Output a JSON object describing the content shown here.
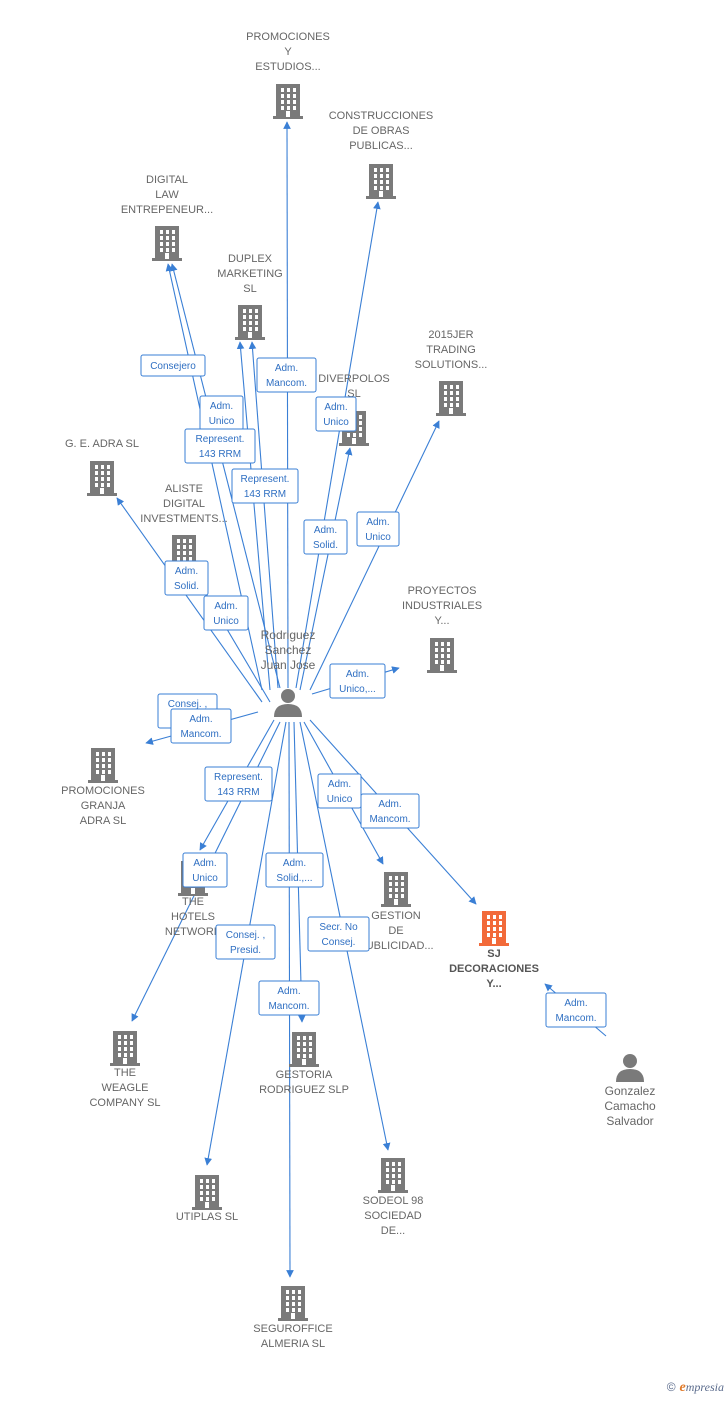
{
  "colors": {
    "edge": "#3a7fd5",
    "node": "#7a7a7a",
    "highlight": "#f26a3a",
    "label_text": "#666666",
    "badge_text": "#2f6fc2",
    "badge_border": "#3a7fd5"
  },
  "nodes": [
    {
      "id": "promociones_estudios",
      "kind": "company",
      "label": [
        "PROMOCIONES",
        "Y",
        "ESTUDIOS..."
      ]
    },
    {
      "id": "construcciones",
      "kind": "company",
      "label": [
        "CONSTRUCCIONES",
        "DE OBRAS",
        "PUBLICAS..."
      ]
    },
    {
      "id": "digital_law",
      "kind": "company",
      "label": [
        "DIGITAL",
        "LAW",
        "ENTREPENEUR..."
      ]
    },
    {
      "id": "duplex",
      "kind": "company",
      "label": [
        "DUPLEX",
        "MARKETING",
        "SL"
      ]
    },
    {
      "id": "jer2015",
      "kind": "company",
      "label": [
        "2015JER",
        "TRADING",
        "SOLUTIONS..."
      ]
    },
    {
      "id": "diverpolos",
      "kind": "company",
      "label": [
        "DIVERPOLOS",
        "SL"
      ]
    },
    {
      "id": "ge_adra",
      "kind": "company",
      "label": [
        "G. E. ADRA SL"
      ]
    },
    {
      "id": "aliste",
      "kind": "company",
      "label": [
        "ALISTE",
        "DIGITAL",
        "INVESTMENTS..."
      ]
    },
    {
      "id": "proyectos",
      "kind": "company",
      "label": [
        "PROYECTOS",
        "INDUSTRIALES",
        "Y..."
      ]
    },
    {
      "id": "rodriguez",
      "kind": "person",
      "label": [
        "Rodriguez",
        "Sanchez",
        "Juan Jose"
      ]
    },
    {
      "id": "granja",
      "kind": "company",
      "label": [
        "PROMOCIONES",
        "GRANJA",
        "ADRA  SL"
      ]
    },
    {
      "id": "hotels",
      "kind": "company",
      "label": [
        "THE",
        "HOTELS",
        "NETWORK"
      ]
    },
    {
      "id": "gestion",
      "kind": "company",
      "label": [
        "GESTION",
        "DE",
        "PUBLICIDAD..."
      ]
    },
    {
      "id": "sj",
      "kind": "company",
      "highlight": true,
      "label": [
        "SJ",
        "DECORACIONES",
        "Y..."
      ]
    },
    {
      "id": "weagle",
      "kind": "company",
      "label": [
        "THE",
        "WEAGLE",
        "COMPANY  SL"
      ]
    },
    {
      "id": "gestoria",
      "kind": "company",
      "label": [
        "GESTORIA",
        "RODRIGUEZ SLP"
      ]
    },
    {
      "id": "gonzalez",
      "kind": "person",
      "label": [
        "Gonzalez",
        "Camacho",
        "Salvador"
      ]
    },
    {
      "id": "utiplas",
      "kind": "company",
      "label": [
        "UTIPLAS SL"
      ]
    },
    {
      "id": "sodeol",
      "kind": "company",
      "label": [
        "SODEOL 98",
        "SOCIEDAD",
        "DE..."
      ]
    },
    {
      "id": "seguroffice",
      "kind": "company",
      "label": [
        "SEGUROFFICE",
        "ALMERIA SL"
      ]
    }
  ],
  "edges": [
    {
      "from": "rodriguez",
      "to": "promociones_estudios"
    },
    {
      "from": "rodriguez",
      "to": "construcciones"
    },
    {
      "from": "rodriguez",
      "to": "digital_law"
    },
    {
      "from": "rodriguez",
      "to": "digital_law"
    },
    {
      "from": "rodriguez",
      "to": "duplex"
    },
    {
      "from": "rodriguez",
      "to": "duplex"
    },
    {
      "from": "rodriguez",
      "to": "diverpolos"
    },
    {
      "from": "rodriguez",
      "to": "jer2015"
    },
    {
      "from": "rodriguez",
      "to": "ge_adra"
    },
    {
      "from": "rodriguez",
      "to": "aliste"
    },
    {
      "from": "rodriguez",
      "to": "proyectos"
    },
    {
      "from": "rodriguez",
      "to": "granja"
    },
    {
      "from": "rodriguez",
      "to": "hotels"
    },
    {
      "from": "rodriguez",
      "to": "gestion"
    },
    {
      "from": "rodriguez",
      "to": "sj"
    },
    {
      "from": "rodriguez",
      "to": "weagle"
    },
    {
      "from": "rodriguez",
      "to": "gestoria"
    },
    {
      "from": "rodriguez",
      "to": "utiplas"
    },
    {
      "from": "rodriguez",
      "to": "sodeol"
    },
    {
      "from": "rodriguez",
      "to": "seguroffice"
    },
    {
      "from": "gonzalez",
      "to": "sj"
    }
  ],
  "badges": [
    {
      "lines": [
        "Consejero"
      ]
    },
    {
      "lines": [
        "Adm.",
        "Mancom."
      ]
    },
    {
      "lines": [
        "Adm.",
        "Unico"
      ]
    },
    {
      "lines": [
        "Adm.",
        "Unico"
      ]
    },
    {
      "lines": [
        "Represent.",
        "143 RRM"
      ]
    },
    {
      "lines": [
        "Represent.",
        "143 RRM"
      ]
    },
    {
      "lines": [
        "Adm.",
        "Solid."
      ]
    },
    {
      "lines": [
        "Adm.",
        "Unico"
      ]
    },
    {
      "lines": [
        "Adm.",
        "Solid."
      ]
    },
    {
      "lines": [
        "Adm.",
        "Unico"
      ]
    },
    {
      "lines": [
        "Adm.",
        "Unico,..."
      ]
    },
    {
      "lines": [
        "Consej. ,",
        "Presid."
      ]
    },
    {
      "lines": [
        "Adm.",
        "Mancom."
      ]
    },
    {
      "lines": [
        "Represent.",
        "143 RRM"
      ]
    },
    {
      "lines": [
        "Adm.",
        "Unico"
      ]
    },
    {
      "lines": [
        "Adm.",
        "Mancom."
      ]
    },
    {
      "lines": [
        "Adm.",
        "Unico"
      ]
    },
    {
      "lines": [
        "Adm.",
        "Solid.,..."
      ]
    },
    {
      "lines": [
        "Secr.  No",
        "Consej."
      ]
    },
    {
      "lines": [
        "Consej. ,",
        "Presid."
      ]
    },
    {
      "lines": [
        "Adm.",
        "Mancom."
      ]
    },
    {
      "lines": [
        "Adm.",
        "Mancom."
      ]
    }
  ],
  "footer": {
    "copyright": "©",
    "brand_initial": "e",
    "brand_rest": "mpresia"
  }
}
